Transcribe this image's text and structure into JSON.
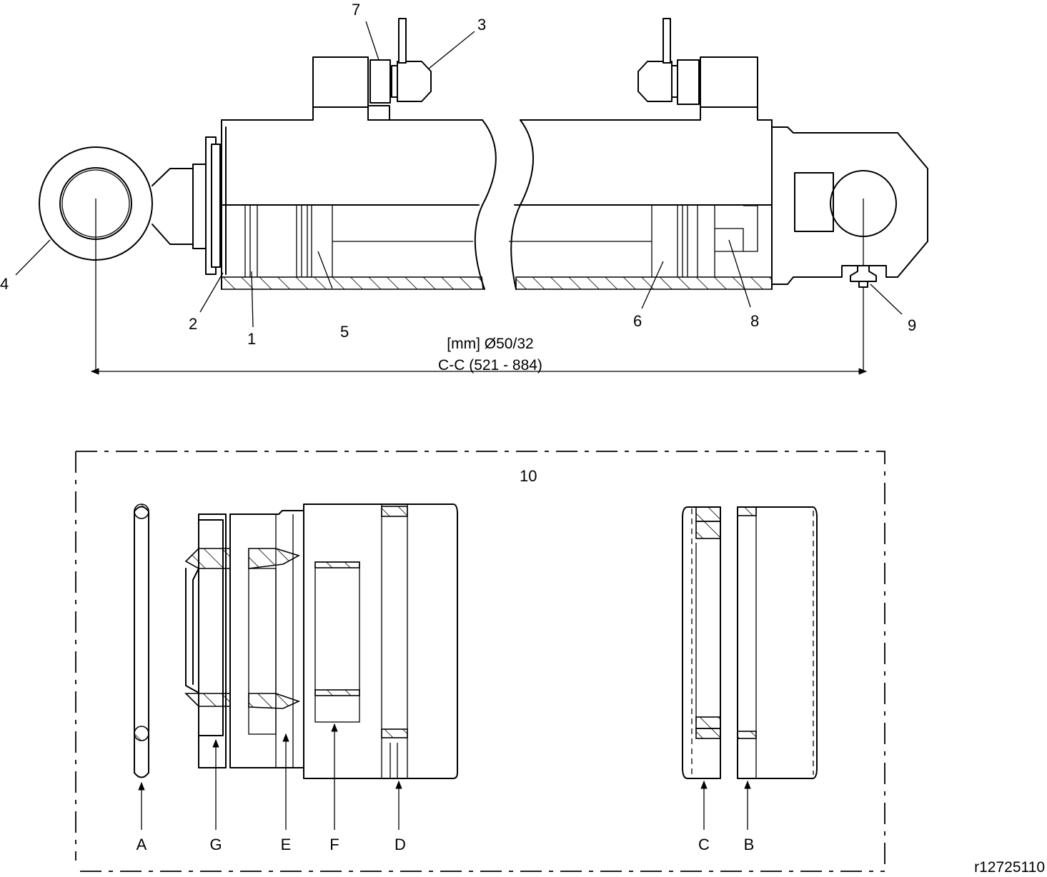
{
  "callouts": {
    "c1": "1",
    "c2": "2",
    "c3": "3",
    "c4": "4",
    "c5": "5",
    "c6": "6",
    "c7": "7",
    "c8": "8",
    "c9": "9",
    "c10": "10"
  },
  "dimension": {
    "bore_rod": "[mm] Ø50/32",
    "cc_length": "C-C (521 - 884)"
  },
  "seal_kit": {
    "labels": [
      "A",
      "G",
      "E",
      "F",
      "D",
      "C",
      "B"
    ]
  },
  "reference_code": "r12725110"
}
